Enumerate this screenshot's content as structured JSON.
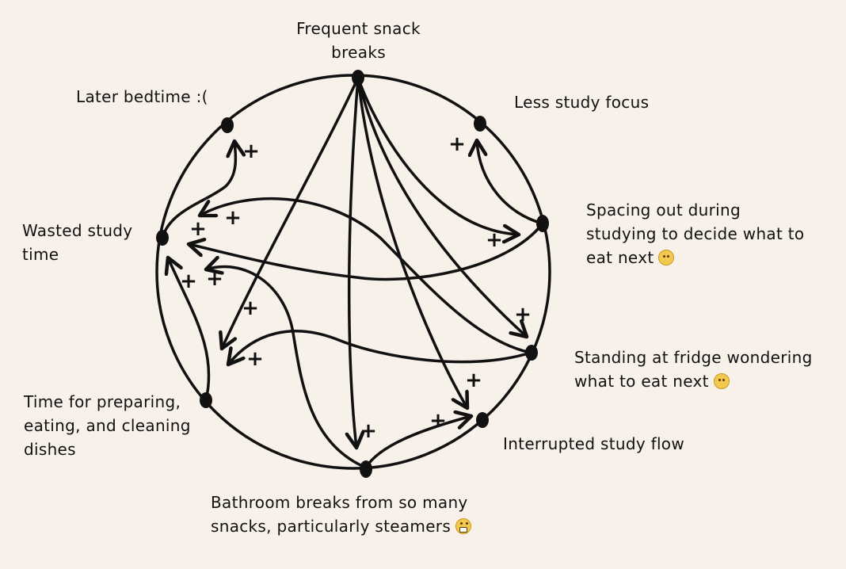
{
  "nodes": {
    "snack": "Frequent snack breaks",
    "bedtime": "Later bedtime :(",
    "focus": "Less study focus",
    "spacing": "Spacing out during studying to decide what to eat next",
    "fridge": "Standing at fridge wondering what to eat next",
    "wasted": "Wasted study time",
    "preparing": "Time for preparing, eating, and cleaning dishes",
    "interrupted": "Interrupted study flow",
    "bathroom": "Bathroom breaks from so many snacks, particularly steamers"
  },
  "label_lines": {
    "snack_1": "Frequent snack",
    "snack_2": "breaks",
    "bedtime_1": "Later bedtime :(",
    "focus_1": "Less study focus",
    "spacing_1": "Spacing out during",
    "spacing_2": "studying to decide what to",
    "spacing_3": "eat next",
    "fridge_1": "Standing at fridge wondering",
    "fridge_2": "what to eat next",
    "wasted_1": "Wasted study",
    "wasted_2": "time",
    "preparing_1": "Time for preparing,",
    "preparing_2": "eating, and cleaning",
    "preparing_3": "dishes",
    "interrupted_1": "Interrupted study flow",
    "bathroom_1": "Bathroom breaks from so many",
    "bathroom_2": "snacks, particularly steamers"
  },
  "emojis": {
    "spacing": "thinking-face",
    "fridge": "thinking-face",
    "bathroom": "grimacing-face"
  },
  "edge_sign": "+",
  "edges": [
    {
      "from": "snack",
      "to": "preparing",
      "sign": "+"
    },
    {
      "from": "snack",
      "to": "bathroom",
      "sign": "+"
    },
    {
      "from": "snack",
      "to": "interrupted",
      "sign": "+"
    },
    {
      "from": "snack",
      "to": "fridge",
      "sign": "+"
    },
    {
      "from": "snack",
      "to": "spacing",
      "sign": "+"
    },
    {
      "from": "spacing",
      "to": "focus",
      "sign": "+"
    },
    {
      "from": "spacing",
      "to": "wasted",
      "sign": "+"
    },
    {
      "from": "fridge",
      "to": "wasted",
      "sign": "+"
    },
    {
      "from": "fridge",
      "to": "preparing",
      "sign": "+"
    },
    {
      "from": "preparing",
      "to": "wasted",
      "sign": "+"
    },
    {
      "from": "bathroom",
      "to": "wasted",
      "sign": "+"
    },
    {
      "from": "bathroom",
      "to": "interrupted",
      "sign": "+"
    },
    {
      "from": "wasted",
      "to": "bedtime",
      "sign": "+"
    }
  ],
  "colors": {
    "background": "#f8f1ea",
    "ink": "#111111"
  }
}
